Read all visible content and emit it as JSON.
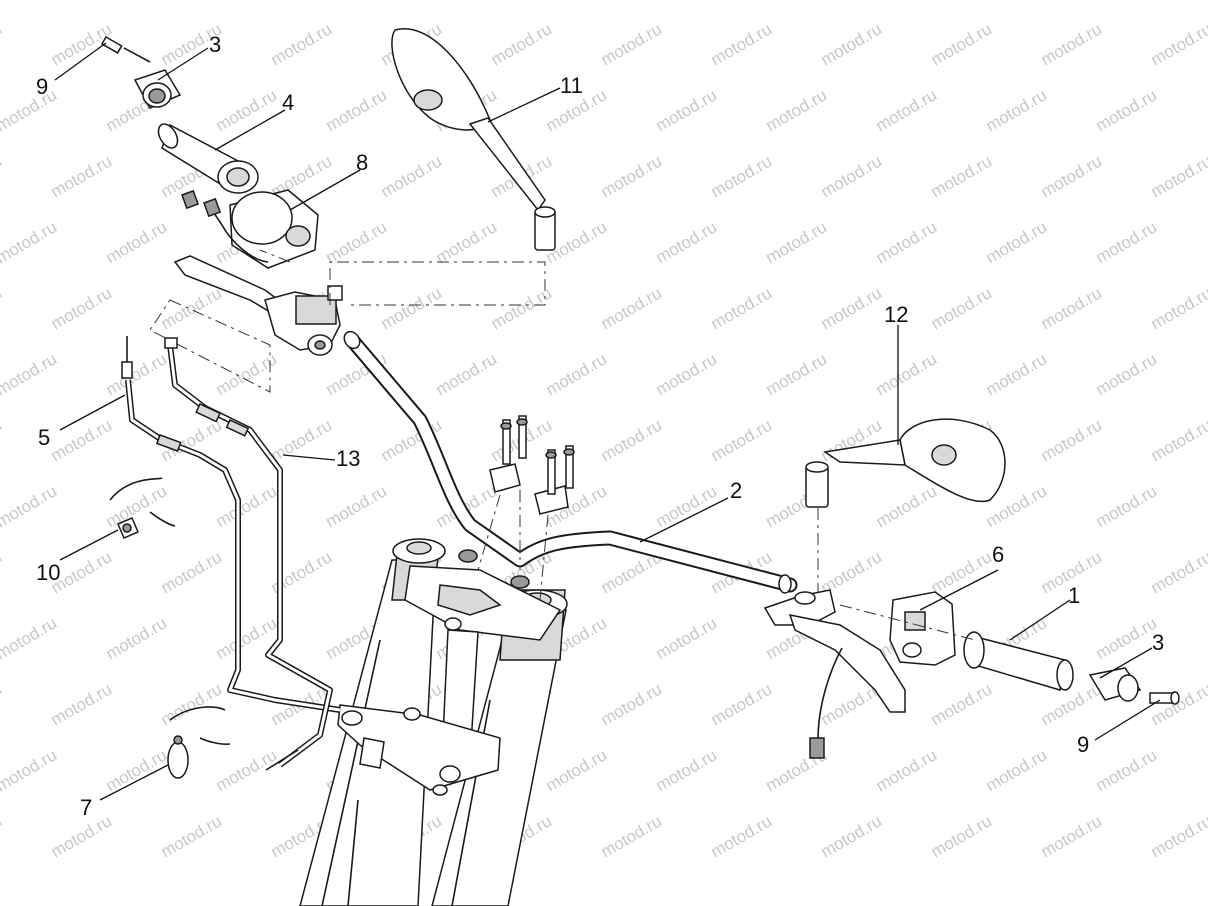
{
  "watermark": "motod.ru",
  "callouts": {
    "p1": "1",
    "p2": "2",
    "p3_top": "3",
    "p3_right": "3",
    "p4": "4",
    "p5": "5",
    "p6": "6",
    "p7": "7",
    "p8": "8",
    "p9_top": "9",
    "p9_right": "9",
    "p10": "10",
    "p11": "11",
    "p12": "12",
    "p13": "13"
  }
}
